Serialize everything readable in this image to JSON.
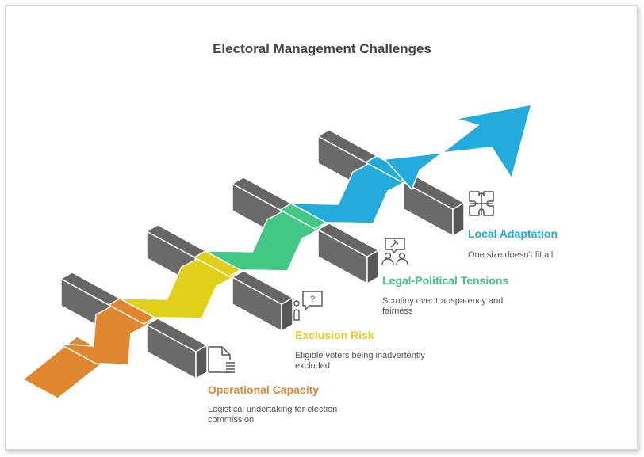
{
  "title": "Electoral Management Challenges",
  "steps": [
    {
      "label": "Operational Capacity",
      "description": "Logistical undertaking for election commission",
      "color": "#E0862F",
      "icon": "document-icon"
    },
    {
      "label": "Exclusion Risk",
      "description": "Eligible voters being inadvertently excluded",
      "color": "#E2CF1A",
      "icon": "person-question-icon"
    },
    {
      "label": "Legal-Political Tensions",
      "description": "Scrutiny over transparency and fairness",
      "color": "#40C884",
      "icon": "gavel-discussion-icon"
    },
    {
      "label": "Local Adaptation",
      "description": "One size doesn't fit all",
      "color": "#22ABDC",
      "icon": "puzzle-icon"
    }
  ],
  "barrier_color": "#666666"
}
